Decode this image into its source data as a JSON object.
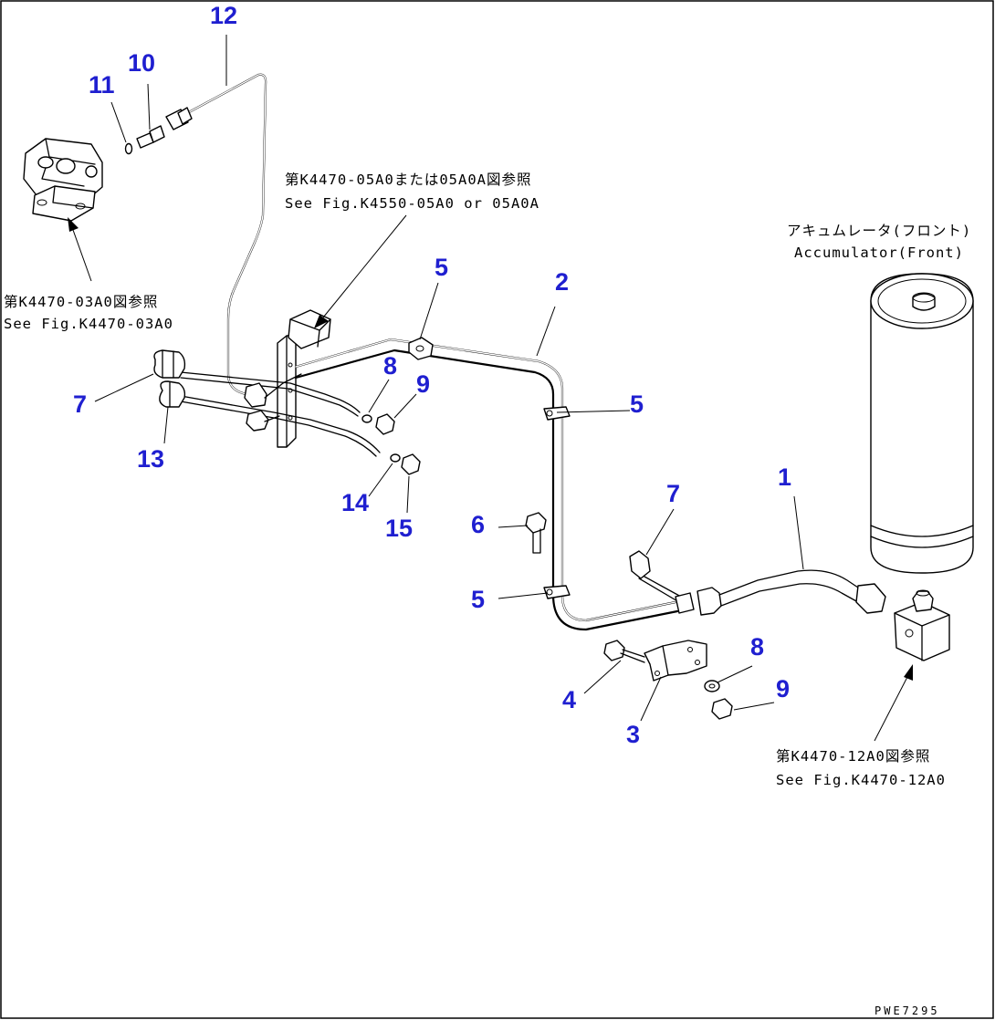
{
  "callouts": [
    {
      "id": "c12",
      "text": "12"
    },
    {
      "id": "c10",
      "text": "10"
    },
    {
      "id": "c11",
      "text": "11"
    },
    {
      "id": "c5a",
      "text": "5"
    },
    {
      "id": "c2",
      "text": "2"
    },
    {
      "id": "c8a",
      "text": "8"
    },
    {
      "id": "c9a",
      "text": "9"
    },
    {
      "id": "c7a",
      "text": "7"
    },
    {
      "id": "c13",
      "text": "13"
    },
    {
      "id": "c5b",
      "text": "5"
    },
    {
      "id": "c14",
      "text": "14"
    },
    {
      "id": "c15",
      "text": "15"
    },
    {
      "id": "c6",
      "text": "6"
    },
    {
      "id": "c7b",
      "text": "7"
    },
    {
      "id": "c1",
      "text": "1"
    },
    {
      "id": "c5c",
      "text": "5"
    },
    {
      "id": "c8b",
      "text": "8"
    },
    {
      "id": "c9b",
      "text": "9"
    },
    {
      "id": "c4",
      "text": "4"
    },
    {
      "id": "c3",
      "text": "3"
    }
  ],
  "notes": {
    "top_jp": "第K4470-05A0または05A0A図参照",
    "top_en": "See Fig.K4550-05A0 or 05A0A",
    "left_jp": "第K4470-03A0図参照",
    "left_en": "See Fig.K4470-03A0",
    "acc_jp": "アキュムレータ(フロント)",
    "acc_en": "Accumulator(Front)",
    "right_jp": "第K4470-12A0図参照",
    "right_en": "See Fig.K4470-12A0"
  },
  "drawing_code": "PWE7295"
}
